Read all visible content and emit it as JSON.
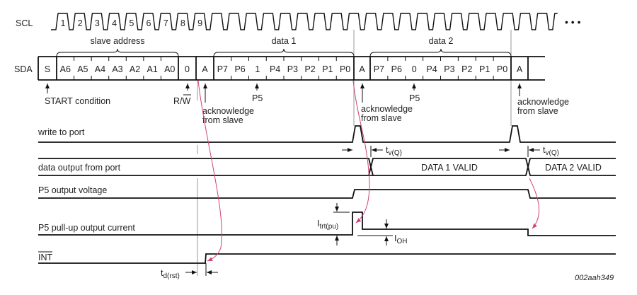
{
  "signals": {
    "scl": "SCL",
    "sda": "SDA",
    "write_to_port": "write to port",
    "data_output": "data output from port",
    "p5_voltage": "P5 output voltage",
    "p5_current": "P5 pull-up output current",
    "int": "INT"
  },
  "scl_pulse_labels": [
    "1",
    "2",
    "3",
    "4",
    "5",
    "6",
    "7",
    "8",
    "9"
  ],
  "scl_ellipsis": "• • •",
  "groups": {
    "slave_address": "slave address",
    "data1": "data 1",
    "data2": "data 2"
  },
  "sda_cells": [
    "S",
    "A6",
    "A5",
    "A4",
    "A3",
    "A2",
    "A1",
    "A0",
    "0",
    "A",
    "P7",
    "P6",
    "1",
    "P4",
    "P3",
    "P2",
    "P1",
    "P0",
    "A",
    "P7",
    "P6",
    "0",
    "P4",
    "P3",
    "P2",
    "P1",
    "P0",
    "A",
    ""
  ],
  "annotations": {
    "start": "START condition",
    "rw": "R/W",
    "ack1_line1": "acknowledge",
    "ack1_line2": "from slave",
    "p5_1": "P5",
    "ack2_line1": "acknowledge",
    "ack2_line2": "from slave",
    "p5_2": "P5",
    "ack3_line1": "acknowledge",
    "ack3_line2": "from slave",
    "tvq_main": "t",
    "tvq_sub": "v(Q)",
    "data1_valid": "DATA 1 VALID",
    "data2_valid": "DATA 2 VALID",
    "itrt_main": "I",
    "itrt_sub": "trt(pu)",
    "ioh_main": "I",
    "ioh_sub": "OH",
    "tdrst_main": "t",
    "tdrst_sub": "d(rst)"
  },
  "figure_id": "002aah349",
  "colors": {
    "signal": "#111111",
    "causal_arrow": "#d0407a"
  }
}
